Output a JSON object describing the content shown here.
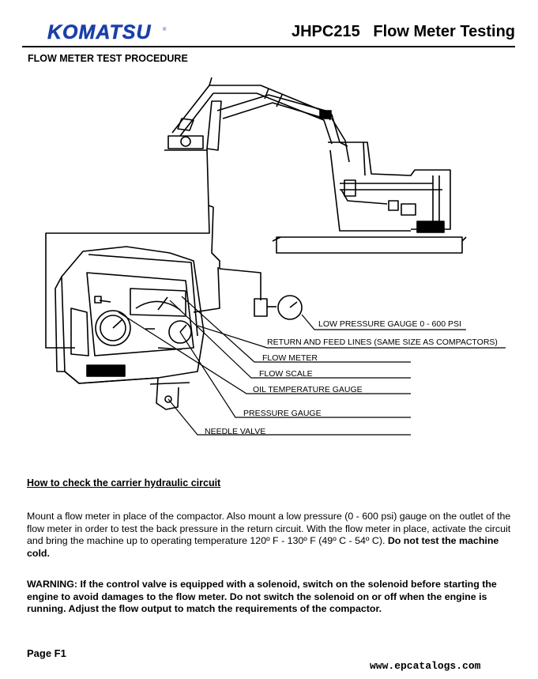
{
  "header": {
    "logo_text": "KOMATSU",
    "title": "JHPC215   Flow Meter Testing"
  },
  "section_title": "FLOW METER TEST PROCEDURE",
  "diagram": {
    "labels": {
      "low_pressure_gauge": "LOW PRESSURE GAUGE 0 - 600 PSI",
      "return_feed_lines": "RETURN AND FEED LINES (SAME SIZE AS COMPACTORS)",
      "flow_meter": "FLOW METER",
      "flow_scale": "FLOW SCALE",
      "oil_temperature_gauge": "OIL TEMPERATURE GAUGE",
      "pressure_gauge": "PRESSURE GAUGE",
      "needle_valve": "NEEDLE VALVE"
    }
  },
  "body": {
    "subheading": "How to check the carrier hydraulic circuit",
    "paragraph1_text": "Mount a flow meter in place of the compactor. Also mount a low pressure (0 - 600 psi) gauge on the outlet of the flow meter in order to test the back pressure in the return circuit. With the flow meter in place, activate the circuit and bring the machine up to operating temperature 120º F - 130º F (49º C - 54º C). ",
    "paragraph1_bold": "Do not test the machine cold.",
    "warning": "WARNING: If the control valve is equipped with a solenoid, switch on the solenoid before starting the engine to avoid damages to the flow meter. Do not switch the solenoid on or off when the engine is running. Adjust the flow output to match the requirements of the compactor."
  },
  "footer": {
    "page": "Page F1",
    "website": "www.epcatalogs.com"
  }
}
